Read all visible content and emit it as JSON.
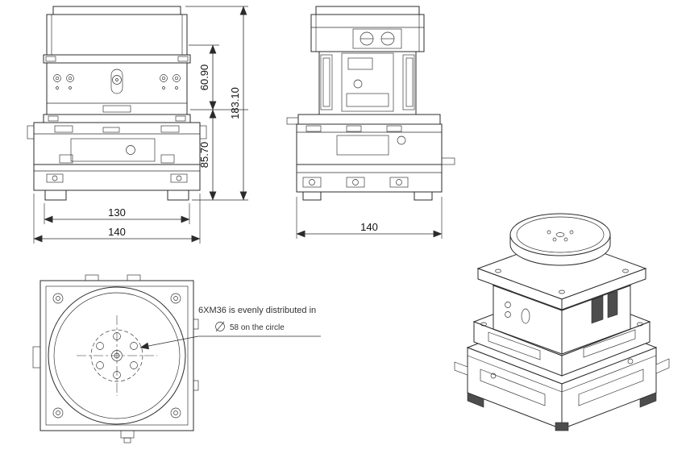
{
  "drawing": {
    "front_view": {
      "dim_total_height": "183.10",
      "dim_upper_height": "60.90",
      "dim_lower_height": "85.70",
      "dim_inner_width": "130",
      "dim_outer_width": "140"
    },
    "side_view": {
      "dim_width": "140"
    },
    "top_view": {
      "note_line1": "6XM36 is evenly distributed in",
      "note_line2": "58 on the circle"
    },
    "colors": {
      "line": "#2b2b2b",
      "background": "#ffffff",
      "slot_fill": "#4d4d4d"
    }
  }
}
